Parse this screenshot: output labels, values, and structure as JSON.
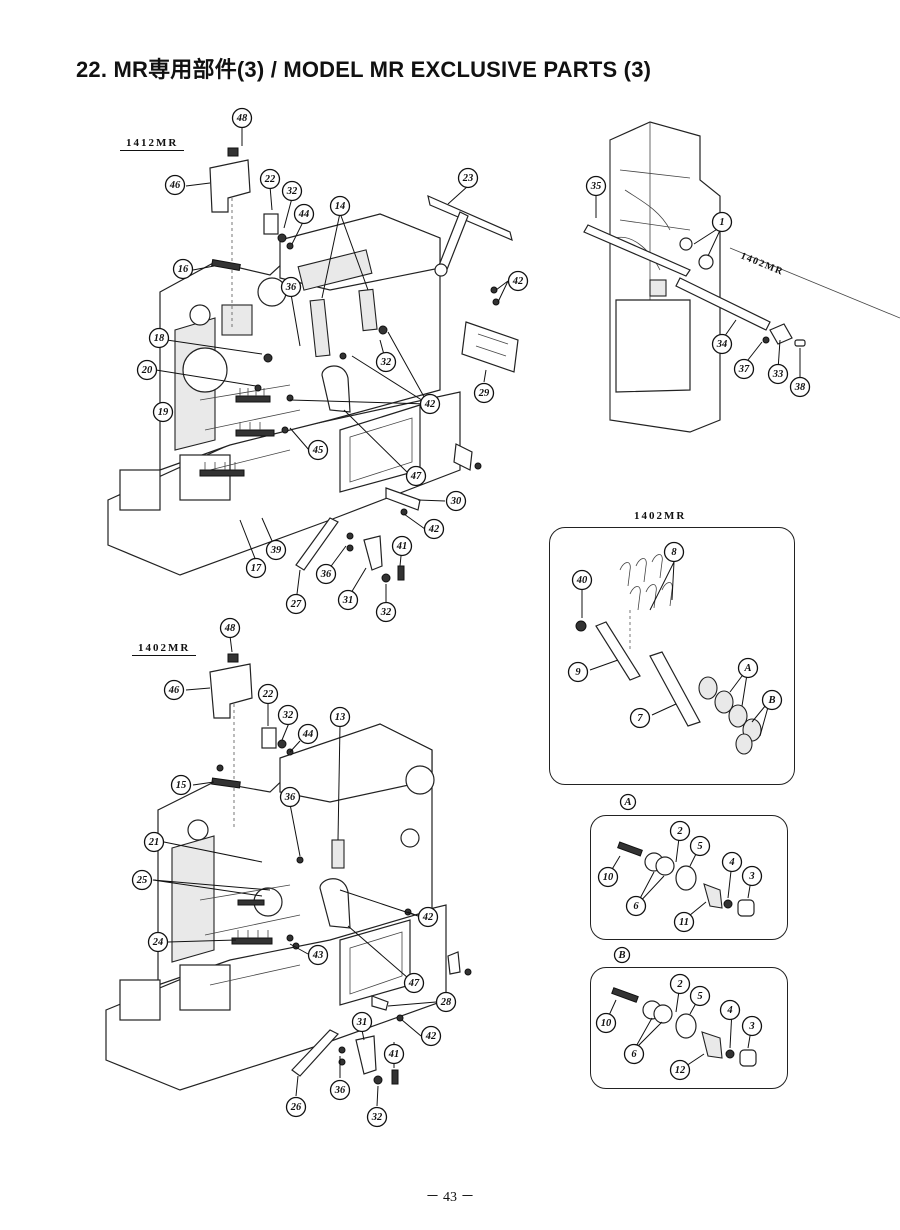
{
  "page_title": "22. MR専用部件(3) / MODEL MR EXCLUSIVE PARTS (3)",
  "model_labels": {
    "top_left": "1412MR",
    "bottom_left": "1402MR",
    "top_right": "1402MR",
    "mid_right": "1402MR"
  },
  "inset_labels": {
    "a": "A",
    "b": "B"
  },
  "callouts": {
    "top_left": [
      "48",
      "46",
      "22",
      "32",
      "44",
      "16",
      "36",
      "14",
      "23",
      "42",
      "18",
      "20",
      "19",
      "32",
      "42",
      "29",
      "45",
      "47",
      "30",
      "42",
      "27",
      "36",
      "39",
      "17",
      "31",
      "41",
      "32"
    ],
    "bottom_left": [
      "48",
      "46",
      "22",
      "32",
      "44",
      "13",
      "15",
      "36",
      "21",
      "25",
      "24",
      "43",
      "42",
      "47",
      "28",
      "42",
      "31",
      "41",
      "26",
      "36",
      "32"
    ],
    "top_right": [
      "35",
      "1",
      "34",
      "37",
      "33",
      "38"
    ],
    "mid_right": [
      "40",
      "8",
      "9",
      "7",
      "A",
      "B"
    ],
    "inset_a": [
      "10",
      "6",
      "2",
      "5",
      "4",
      "3",
      "11"
    ],
    "inset_b": [
      "10",
      "6",
      "2",
      "5",
      "4",
      "3",
      "12"
    ]
  },
  "page_number": "－ 43 －"
}
